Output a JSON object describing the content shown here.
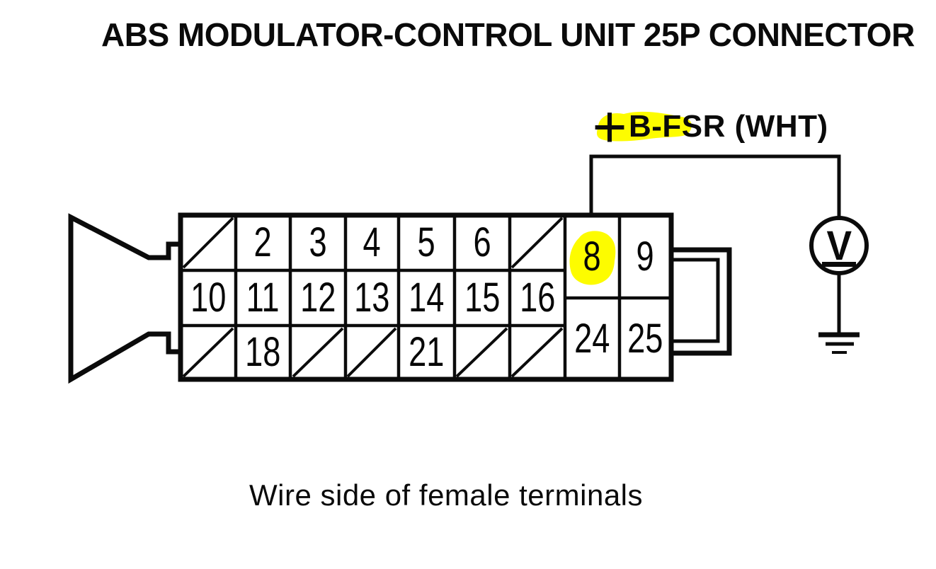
{
  "page": {
    "title": "ABS MODULATOR-CONTROL UNIT 25P CONNECTOR",
    "caption": "Wire side of female terminals"
  },
  "wire_label": {
    "plus": "+",
    "name": "B-FSR (WHT)",
    "highlight_covers": "+B-FS",
    "highlight_color": "#fdfc00"
  },
  "meter": {
    "label": "V"
  },
  "connector": {
    "highlighted_pin": "8",
    "pins": {
      "p2": "2",
      "p3": "3",
      "p4": "4",
      "p5": "5",
      "p6": "6",
      "p8": "8",
      "p9": "9",
      "p10": "10",
      "p11": "11",
      "p12": "12",
      "p13": "13",
      "p14": "14",
      "p15": "15",
      "p16": "16",
      "p18": "18",
      "p21": "21",
      "p24": "24",
      "p25": "25"
    }
  },
  "colors": {
    "ink": "#0a0a0a",
    "paper": "#ffffff",
    "highlight": "#fdfc00"
  }
}
